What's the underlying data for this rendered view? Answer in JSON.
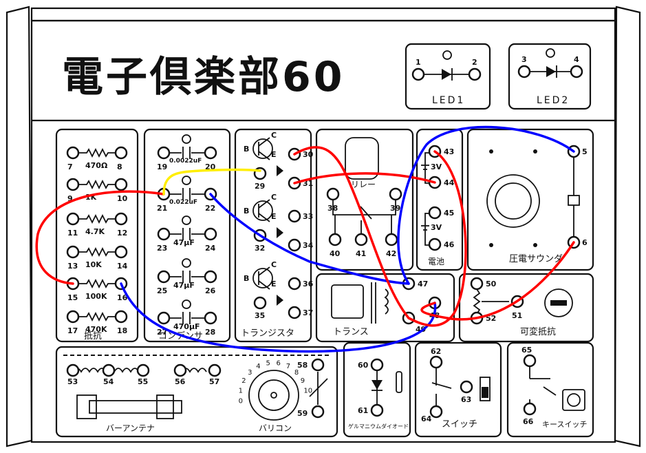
{
  "header": {
    "title": "電子倶楽部60",
    "led1": {
      "label": "LED1",
      "t1": "1",
      "t2": "2"
    },
    "led2": {
      "label": "LED2",
      "t1": "3",
      "t2": "4"
    }
  },
  "resistors": {
    "label": "抵抗",
    "values": [
      "470Ω",
      "1K",
      "4.7K",
      "10K",
      "100K",
      "470K"
    ],
    "terminals": [
      "7",
      "8",
      "9",
      "10",
      "11",
      "12",
      "13",
      "14",
      "15",
      "16",
      "17",
      "18"
    ]
  },
  "capacitors": {
    "label": "コンデンサ",
    "values": [
      "0.0022uF",
      "0.022uF",
      "47μF",
      "47μF",
      "470μF"
    ],
    "terminals": [
      "19",
      "20",
      "21",
      "22",
      "23",
      "24",
      "25",
      "26",
      "27",
      "28"
    ]
  },
  "transistors": {
    "label": "トランジスタ",
    "pins": {
      "b": "B",
      "c": "C",
      "e": "E"
    },
    "terminals": [
      "29",
      "30",
      "31",
      "32",
      "33",
      "34",
      "35",
      "36",
      "37"
    ]
  },
  "relay": {
    "label": "リレー",
    "terminals": [
      "38",
      "39",
      "40",
      "41",
      "42"
    ]
  },
  "battery": {
    "label": "電池",
    "cells": [
      "3V",
      "3V"
    ],
    "terminals": [
      "43",
      "44",
      "45",
      "46"
    ]
  },
  "sounder": {
    "label": "圧電サウンダ",
    "terminals": [
      "5",
      "6"
    ]
  },
  "transformer": {
    "label": "トランス",
    "terminals": [
      "47",
      "48",
      "49"
    ]
  },
  "variable_resistor": {
    "label": "可変抵抗",
    "terminals": [
      "50",
      "51",
      "52"
    ]
  },
  "antenna": {
    "label": "バーアンテナ",
    "terminals": [
      "53",
      "54",
      "55",
      "56",
      "57"
    ]
  },
  "varicon": {
    "label": "バリコン",
    "dial": [
      "0",
      "1",
      "2",
      "3",
      "4",
      "5",
      "6",
      "7",
      "8",
      "9",
      "10"
    ],
    "terminals": [
      "58",
      "59"
    ]
  },
  "diode": {
    "label": "ゲルマニウムダイオード",
    "terminals": [
      "60",
      "61"
    ]
  },
  "switch": {
    "label": "スイッチ",
    "terminals": [
      "62",
      "63",
      "64"
    ]
  },
  "key_switch": {
    "label": "キースイッチ",
    "terminals": [
      "65",
      "66"
    ]
  },
  "wires": [
    {
      "color": "#ff0000",
      "from": "21",
      "to": "15"
    },
    {
      "color": "#0000ff",
      "from": "16",
      "to": "48"
    },
    {
      "color": "#ffee00",
      "from": "21",
      "to": "29"
    },
    {
      "color": "#0000ff",
      "from": "22",
      "to": "47"
    },
    {
      "color": "#ff0000",
      "from": "30",
      "to": "49"
    },
    {
      "color": "#ff0000",
      "from": "31",
      "to": "44"
    },
    {
      "color": "#ff0000",
      "from": "43",
      "to": "49"
    },
    {
      "color": "#0000ff",
      "from": "47",
      "to": "5"
    },
    {
      "color": "#ff0000",
      "from": "6",
      "to": "48"
    }
  ]
}
